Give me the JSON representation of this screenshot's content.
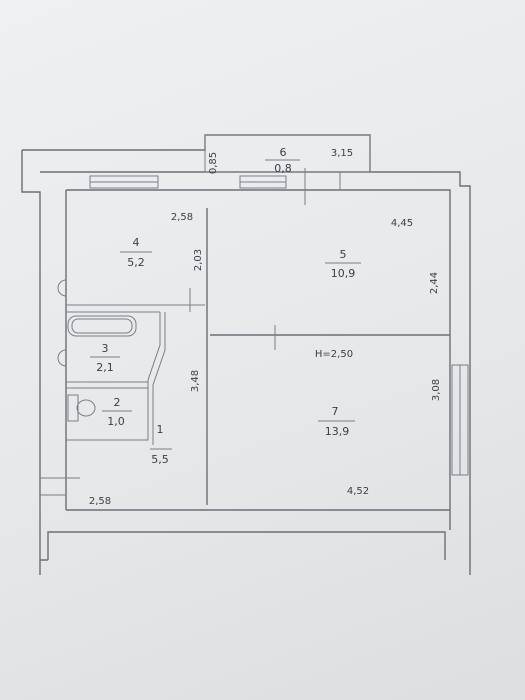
{
  "rooms": [
    {
      "id": "r1",
      "number": "1",
      "area": "5,5"
    },
    {
      "id": "r2",
      "number": "2",
      "area": "1,0"
    },
    {
      "id": "r3",
      "number": "3",
      "area": "2,1"
    },
    {
      "id": "r4",
      "number": "4",
      "area": "5,2"
    },
    {
      "id": "r5",
      "number": "5",
      "area": "10,9"
    },
    {
      "id": "r6",
      "number": "6",
      "area": "0,8"
    },
    {
      "id": "r7",
      "number": "7",
      "area": "13,9"
    }
  ],
  "dimensions": {
    "balcony_width": "0,85",
    "balcony_length": "3,15",
    "room4_width": "2,58",
    "room4_depth": "2,03",
    "room5_width": "4,45",
    "room5_depth": "2,44",
    "ceiling_height": "H=2,50",
    "room7_depth": "3,08",
    "corridor_depth": "3,48",
    "corridor_width": "2,58",
    "room7_width": "4,52"
  }
}
